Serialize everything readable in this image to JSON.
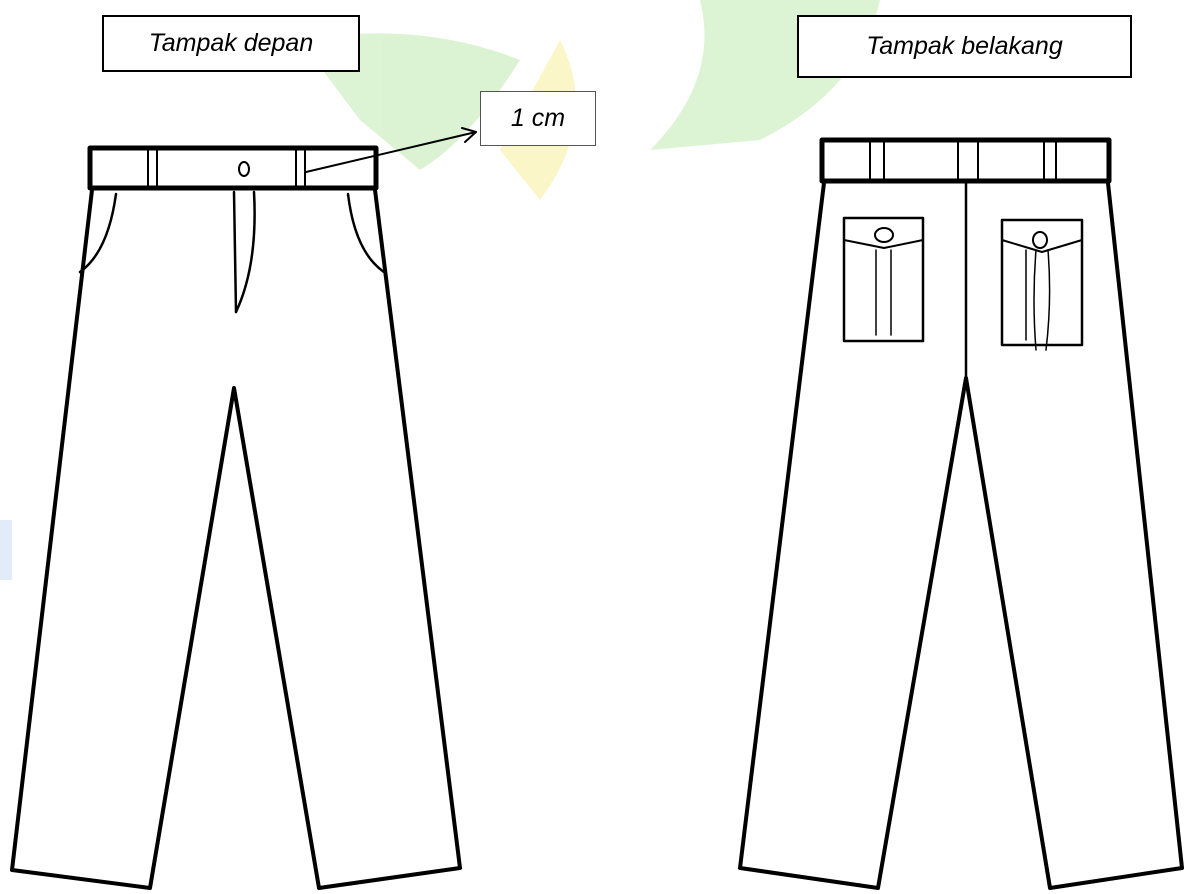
{
  "labels": {
    "front_view": "Tampak depan",
    "back_view": "Tampak belakang",
    "waistband_measure": "1 cm"
  },
  "colors": {
    "line": "#000000",
    "background": "#ffffff",
    "watermark_green": "#bfeab0",
    "watermark_yellow": "#f7f09a",
    "watermark_blue": "#c9dcf3"
  }
}
